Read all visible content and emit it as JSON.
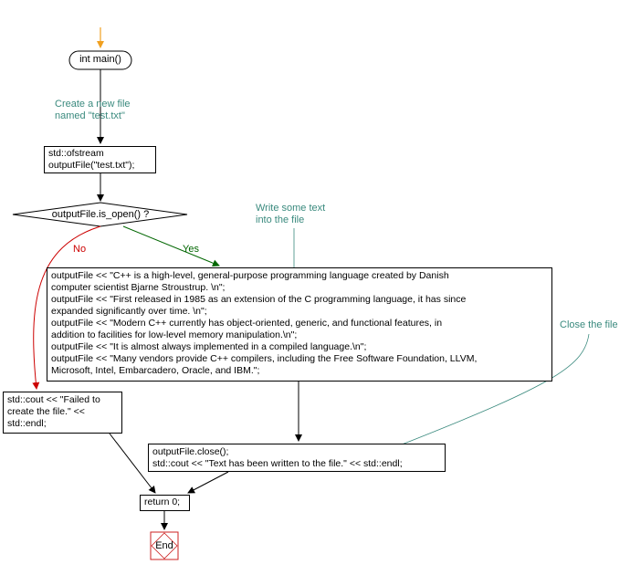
{
  "nodes": {
    "start": "int main()",
    "create_comment": [
      "Create a new file",
      "named \"test.txt\""
    ],
    "open_stream": [
      "std::ofstream",
      "outputFile(\"test.txt\");"
    ],
    "decision": "outputFile.is_open() ?",
    "write_comment": [
      "Write some text",
      "into the file"
    ],
    "write_block": [
      "outputFile << \"C++ is a high-level, general-purpose programming language created by Danish",
      "computer scientist Bjarne Stroustrup. \\n\";",
      "outputFile << \"First released in 1985 as an extension of the C programming language, it has since",
      "expanded significantly over time. \\n\";",
      "outputFile << \"Modern C++ currently has object-oriented, generic, and functional features, in",
      "addition to facilities for low-level memory manipulation.\\n\";",
      "outputFile << \"It is almost always implemented in a compiled language.\\n\";",
      "outputFile << \"Many vendors provide C++ compilers, including the Free Software Foundation, LLVM,",
      "Microsoft, Intel, Embarcadero, Oracle, and IBM.\";"
    ],
    "close_comment": "Close the file",
    "error_block": [
      "std::cout << \"Failed to",
      "create the file.\" <<",
      "std::endl;"
    ],
    "close_block": [
      "outputFile.close();",
      "std::cout << \"Text has been written to the file.\" << std::endl;"
    ],
    "return_block": "return 0;",
    "end": "End"
  },
  "edges": {
    "no_label": "No",
    "yes_label": "Yes"
  },
  "colors": {
    "start_arrow": "#f0a020",
    "comment_text": "#3a8a7e",
    "no_edge": "#cc0000",
    "yes_edge": "#006600",
    "end_border": "#cc2222"
  }
}
